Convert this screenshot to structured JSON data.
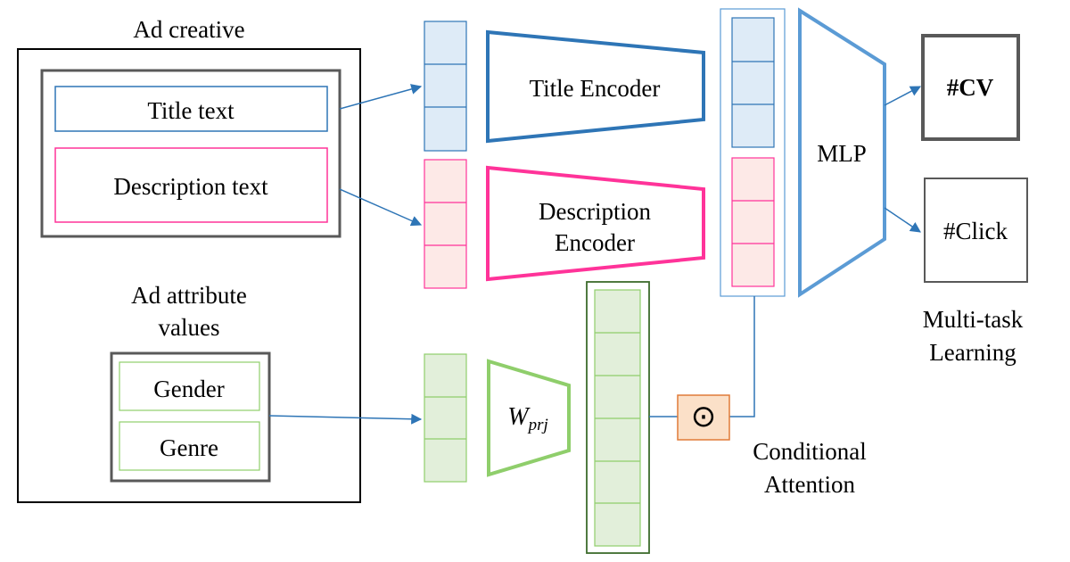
{
  "diagram": {
    "ad_creative_label": "Ad creative",
    "title_text": "Title text",
    "description_text": "Description text",
    "ad_attribute_label_line1": "Ad attribute",
    "ad_attribute_label_line2": "values",
    "gender": "Gender",
    "genre": "Genre",
    "title_encoder": "Title Encoder",
    "description_encoder_line1": "Description",
    "description_encoder_line2": "Encoder",
    "wprj_main": "W",
    "wprj_sub": "prj",
    "mlp": "MLP",
    "cv_output": "#CV",
    "click_output": "#Click",
    "multitask_line1": "Multi-task",
    "multitask_line2": "Learning",
    "conditional_line1": "Conditional",
    "conditional_line2": "Attention",
    "odot_symbol": "⊙"
  },
  "colors": {
    "blue_stroke": "#2e75b6",
    "blue_fill": "#deebf7",
    "pink_stroke": "#ff3399",
    "pink_fill": "#fde9e7",
    "green_stroke": "#8fce6b",
    "green_fill": "#e2efda",
    "dark_green_stroke": "#3d6b2c",
    "mlp_stroke": "#5b9bd5",
    "odot_fill": "#fbe0c8",
    "odot_stroke": "#e07b39",
    "box_stroke": "#595959"
  }
}
